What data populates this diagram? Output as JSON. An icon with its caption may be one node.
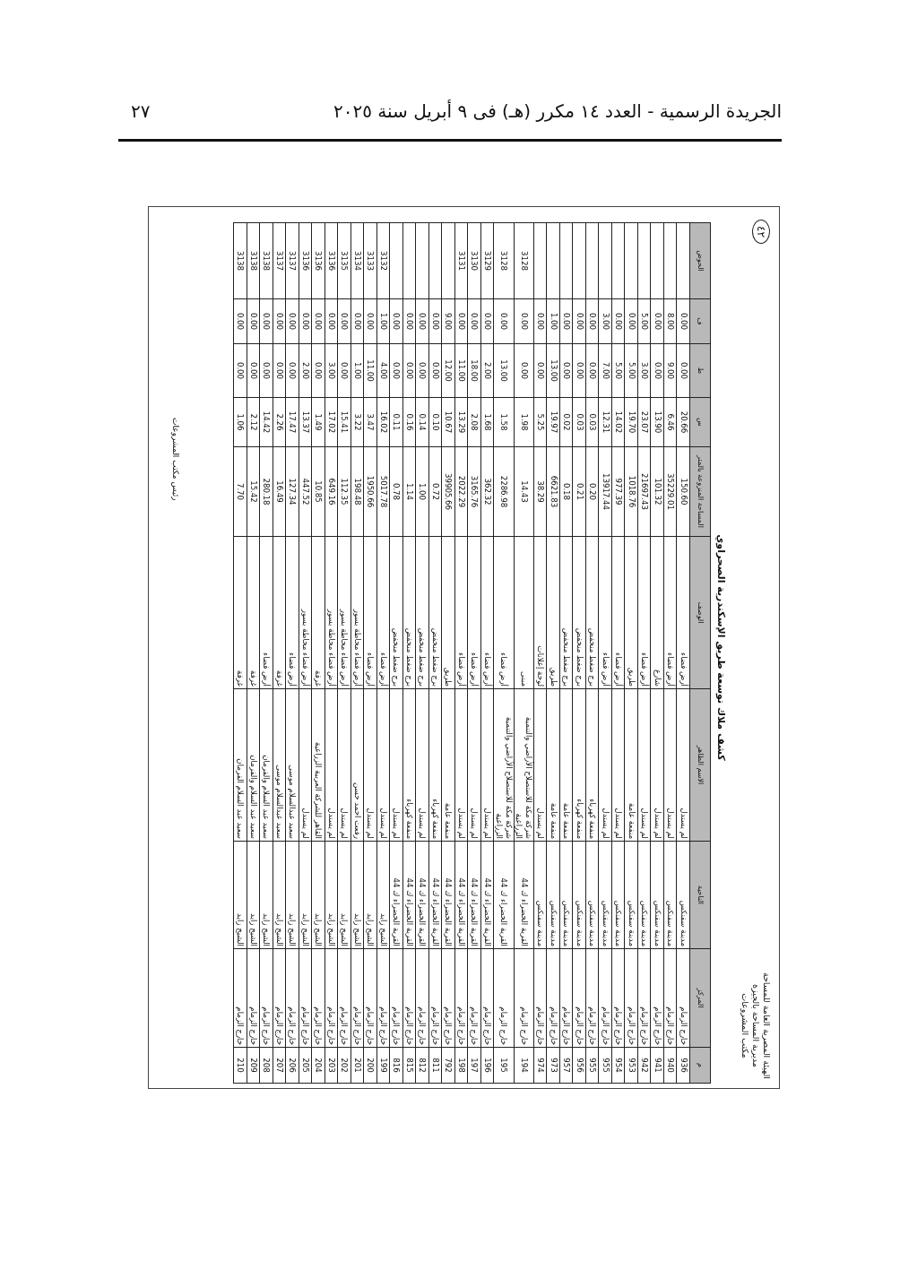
{
  "diagram": {
    "title": "كشف ملاك توسعة طريق الإسكندرية الصحراوي",
    "labels": [
      "الجريدة الرسمية - العدد ١٤ مكرر (هـ) فى ٩ أبريل سنة ٢٠٢٥",
      "٢٧",
      "٤٢",
      "الهيئة المصرية العامة للمساحة",
      "مديرية المساحة بالجيزة",
      "مكتب المشروعات",
      "م",
      "المركز",
      "الناحية",
      "الاسم الظاهر",
      "الوصف",
      "المساحة المنزوعة بالمتر",
      "س",
      "ط",
      "ف",
      "الحوض",
      "936",
      "خارج الزمام",
      "مدينة سفنكس",
      "لم يستدل",
      "أرض فضاء",
      "150.60",
      "20.66",
      "0.00",
      "0.00",
      "940",
      "خارج الزمام",
      "مدينة سفنكس",
      "لم يستدل",
      "أرض فضاء",
      "35229.01",
      "6.46",
      "9.00",
      "8.00",
      "941",
      "خارج الزمام",
      "مدينة سفنكس",
      "لم يستدل",
      "شارع",
      "101.32",
      "13.90",
      "0.00",
      "0.00",
      "942",
      "خارج الزمام",
      "مدينة سفنكس",
      "لم يستدل",
      "أرض فضاء",
      "21697.43",
      "23.07",
      "3.00",
      "5.00",
      "953",
      "خارج الزمام",
      "مدينة سفنكس",
      "منفعة عامة",
      "طريق",
      "1018.76",
      "19.70",
      "5.00",
      "0.00",
      "954",
      "خارج الزمام",
      "مدينة سفنكس",
      "لم يستدل",
      "أرض فضاء",
      "977.39",
      "14.02",
      "5.00",
      "0.00",
      "955",
      "خارج الزمام",
      "مدينة سفنكس",
      "لم يستدل",
      "أرض فضاء",
      "13917.44",
      "12.31",
      "7.00",
      "3.00",
      "955",
      "خارج الزمام",
      "مدينة سفنكس",
      "منفعة كهرباء",
      "برج ضغط منخفض",
      "0.20",
      "0.03",
      "0.00",
      "0.00",
      "956",
      "خارج الزمام",
      "مدينة سفنكس",
      "منفعة كهرباء",
      "برج ضغط منخفض",
      "0.21",
      "0.03",
      "0.00",
      "0.00",
      "957",
      "خارج الزمام",
      "مدينة سفنكس",
      "منفعة عامة",
      "برج ضغط منخفض",
      "0.18",
      "0.02",
      "0.00",
      "0.00",
      "973",
      "خارج الزمام",
      "مدينة سفنكس",
      "منفعة عامة",
      "طريق",
      "6621.83",
      "19.97",
      "13.00",
      "1.00",
      "974",
      "خارج الزمام",
      "مدينة سفنكس",
      "لم يستدل",
      "لوحة إعلانات",
      "38.29",
      "5.25",
      "0.00",
      "0.00",
      "194",
      "خارج الزمام",
      "القرية الخضراء ك 44",
      "شركة مكة للاستصلاح الأراضي والتنمية الزراعية",
      "مبنى",
      "14.43",
      "1.98",
      "0.00",
      "0.00",
      "3128",
      "195",
      "خارج الزمام",
      "القرية الخضراء ك 44",
      "شركة مكة للاستصلاح الأراضي والتنمية الزراعية",
      "أرض فضاء",
      "2286.98",
      "1.58",
      "13.00",
      "0.00",
      "3128",
      "196",
      "خارج الزمام",
      "القرية الخضراء ك 44",
      "لم يستدل",
      "أرض فضاء",
      "362.32",
      "1.68",
      "2.00",
      "0.00",
      "3129",
      "197",
      "خارج الزمام",
      "القرية الخضراء ك 44",
      "لم يستدل",
      "أرض فضاء",
      "3165.76",
      "2.08",
      "18.00",
      "0.00",
      "3130",
      "198",
      "خارج الزمام",
      "القرية الخضراء ك 44",
      "لم يستدل",
      "أرض فضاء",
      "2022.29",
      "13.29",
      "11.00",
      "0.00",
      "3131",
      "792",
      "خارج الزمام",
      "القرية الخضراء ك 44",
      "منفعة عامة",
      "طريق",
      "39905.66",
      "10.67",
      "12.00",
      "9.00",
      "811",
      "خارج الزمام",
      "القرية الخضراء ك 44",
      "منفعة كهرباء",
      "برج ضغط منخفض",
      "0.72",
      "0.10",
      "0.00",
      "0.00",
      "812",
      "خارج الزمام",
      "القرية الخضراء ك 44",
      "لم يستدل",
      "برج ضغط منخفض",
      "1.00",
      "0.14",
      "0.00",
      "0.00",
      "815",
      "خارج الزمام",
      "القرية الخضراء ك 44",
      "منفعة كهرباء",
      "برج ضغط منخفض",
      "1.14",
      "0.16",
      "0.00",
      "0.00",
      "816",
      "خارج الزمام",
      "القرية الخضراء ك 44",
      "لم يستدل",
      "برج ضغط منخفض",
      "0.78",
      "0.11",
      "0.00",
      "0.00",
      "199",
      "خارج الزمام",
      "الشيخ زايد",
      "لم يستدل",
      "أرض فضاء",
      "5017.78",
      "16.02",
      "4.00",
      "1.00",
      "3132",
      "200",
      "خارج الزمام",
      "الشيخ زايد",
      "لم يستدل",
      "أرض فضاء",
      "1950.66",
      "3.47",
      "11.00",
      "0.00",
      "3133",
      "201",
      "خارج الزمام",
      "الشيخ زايد",
      "رفعت احمد حسن",
      "أرض فضاء محاطة بسور",
      "198.48",
      "3.22",
      "1.00",
      "0.00",
      "3134",
      "202",
      "خارج الزمام",
      "الشيخ زايد",
      "لم يستدل",
      "أرض فضاء محاطة بسور",
      "112.35",
      "15.41",
      "0.00",
      "0.00",
      "3135",
      "203",
      "خارج الزمام",
      "الشيخ زايد",
      "لم يستدل",
      "أرض فضاء محاطة بسور",
      "649.16",
      "17.02",
      "3.00",
      "0.00",
      "3136",
      "204",
      "خارج الزمام",
      "الشيخ زايد",
      "القاهر للشركة العربية الزراعية",
      "غرفة",
      "10.85",
      "1.49",
      "0.00",
      "0.00",
      "3136",
      "205",
      "خارج الزمام",
      "الشيخ زايد",
      "لم يستدل",
      "أرض فضاء محاطة بسور",
      "447.52",
      "13.37",
      "2.00",
      "0.00",
      "3136",
      "206",
      "خارج الزمام",
      "الشيخ زايد",
      "سعيد عبدالسلام موسى",
      "أرض فضاء",
      "127.34",
      "17.47",
      "0.00",
      "0.00",
      "3137",
      "207",
      "خارج الزمام",
      "الشيخ زايد",
      "سعيد عبدالسلام موسى",
      "غرفة",
      "16.49",
      "2.26",
      "0.00",
      "0.00",
      "3137",
      "208",
      "خارج الزمام",
      "الشيخ زايد",
      "سعيد عبد السلام والفرمان",
      "أرض فضاء",
      "280.18",
      "14.42",
      "0.00",
      "0.00",
      "3138",
      "209",
      "خارج الزمام",
      "الشيخ زايد",
      "سعيد عبد السلام والفرمان",
      "غرفة",
      "15.42",
      "2.12",
      "0.00",
      "0.00",
      "3138",
      "210",
      "خارج الزمام",
      "الشيخ زايد",
      "سعيد عبد السلام الفرمان",
      "غرفة",
      "7.70",
      "1.06",
      "0.00",
      "0.00",
      "3138",
      "رئيس مكتب المشروعات"
    ]
  }
}
